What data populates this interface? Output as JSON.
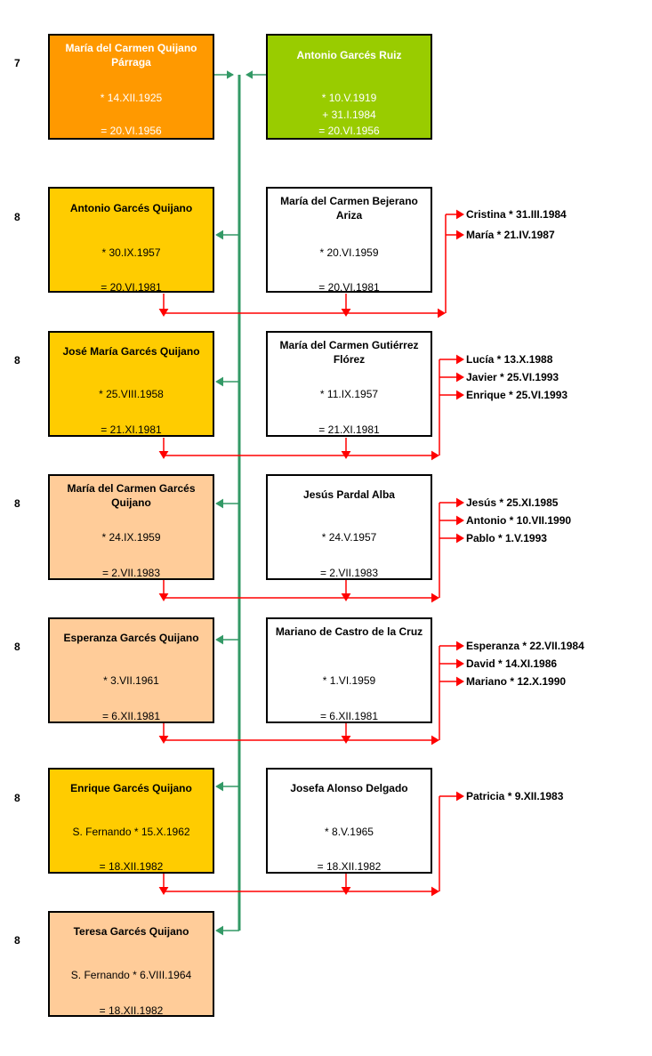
{
  "colors": {
    "line_green": "#339966",
    "line_red": "#ff0000",
    "box_orange": "#ff9900",
    "box_green": "#99cc00",
    "box_gold": "#ffcc00",
    "box_peach": "#ffcc99"
  },
  "rows": [
    {
      "generation": "7",
      "person": {
        "name": "María del Carmen Quijano Párraga",
        "birth": "* 14.XII.1925",
        "marriage": "= 20.VI.1956"
      },
      "spouse": {
        "name": "Antonio Garcés Ruiz",
        "birth": "* 10.V.1919",
        "death": "+ 31.I.1984",
        "marriage": "= 20.VI.1956"
      },
      "children": []
    },
    {
      "generation": "8",
      "person": {
        "name": "Antonio Garcés Quijano",
        "birth": "* 30.IX.1957",
        "marriage": "= 20.VI.1981"
      },
      "spouse": {
        "name": "María del Carmen Bejerano Ariza",
        "birth": "* 20.VI.1959",
        "marriage": "= 20.VI.1981"
      },
      "children": [
        "Cristina * 31.III.1984",
        "María * 21.IV.1987"
      ]
    },
    {
      "generation": "8",
      "person": {
        "name": "José María Garcés Quijano",
        "birth": "* 25.VIII.1958",
        "marriage": "= 21.XI.1981"
      },
      "spouse": {
        "name": "María del Carmen Gutiérrez Flórez",
        "birth": "* 11.IX.1957",
        "marriage": "= 21.XI.1981"
      },
      "children": [
        "Lucía * 13.X.1988",
        "Javier * 25.VI.1993",
        "Enrique * 25.VI.1993"
      ]
    },
    {
      "generation": "8",
      "person": {
        "name": "María del Carmen Garcés Quijano",
        "birth": "* 24.IX.1959",
        "marriage": "= 2.VII.1983"
      },
      "spouse": {
        "name": "Jesús Pardal Alba",
        "birth": "* 24.V.1957",
        "marriage": "= 2.VII.1983"
      },
      "children": [
        "Jesús  * 25.XI.1985",
        "Antonio * 10.VII.1990",
        "Pablo * 1.V.1993"
      ]
    },
    {
      "generation": "8",
      "person": {
        "name": "Esperanza Garcés Quijano",
        "birth": "* 3.VII.1961",
        "marriage": "= 6.XII.1981"
      },
      "spouse": {
        "name": "Mariano de Castro de la Cruz",
        "birth": "* 1.VI.1959",
        "marriage": "= 6.XII.1981"
      },
      "children": [
        "Esperanza * 22.VII.1984",
        "David * 14.XI.1986",
        "Mariano * 12.X.1990"
      ]
    },
    {
      "generation": "8",
      "person": {
        "name": "Enrique Garcés Quijano",
        "birth": "S. Fernando * 15.X.1962",
        "marriage": "= 18.XII.1982"
      },
      "spouse": {
        "name": "Josefa Alonso Delgado",
        "birth": "* 8.V.1965",
        "marriage": "= 18.XII.1982"
      },
      "children": [
        "Patricia * 9.XII.1983"
      ]
    },
    {
      "generation": "8",
      "person": {
        "name": "Teresa Garcés Quijano",
        "birth": "S. Fernando * 6.VIII.1964",
        "marriage": "= 18.XII.1982"
      },
      "children": []
    }
  ]
}
